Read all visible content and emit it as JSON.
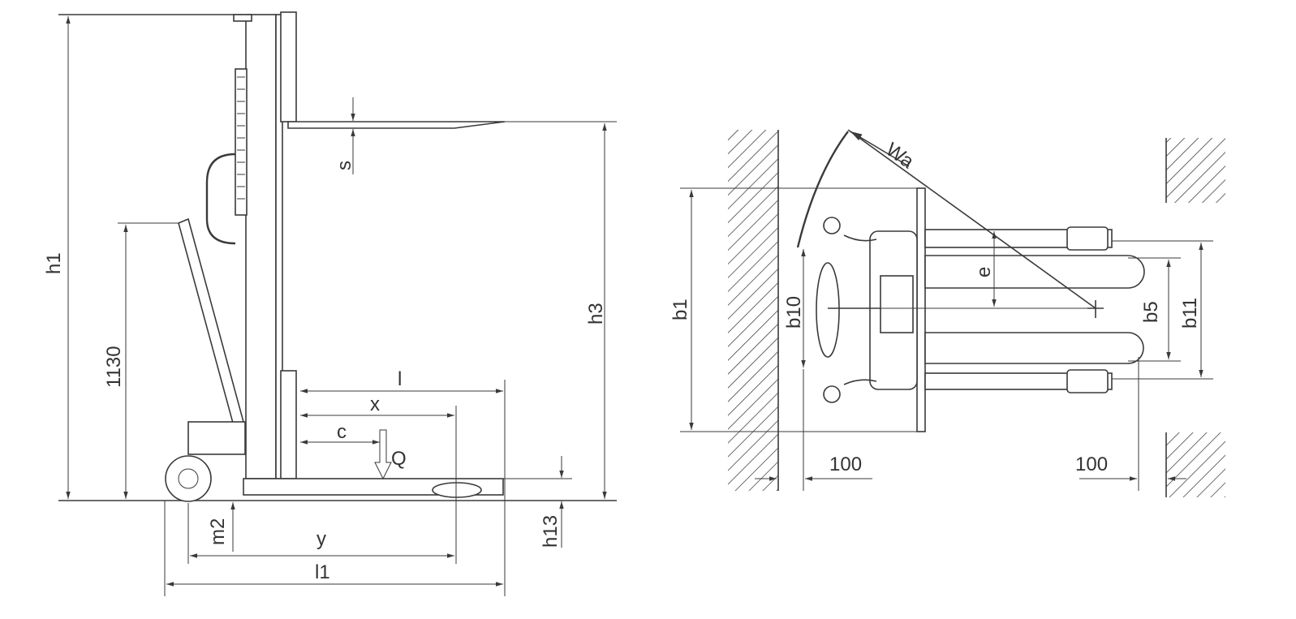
{
  "title": "Manual stacker dimension drawing",
  "side_view": {
    "labels": {
      "h1": "h1",
      "handle_height": "1130",
      "s": "s",
      "h3": "h3",
      "l": "l",
      "x": "x",
      "c": "c",
      "Q": "Q",
      "y": "y",
      "l1": "l1",
      "m2": "m2",
      "h13": "h13"
    }
  },
  "top_view": {
    "labels": {
      "Wa": "Wa",
      "b1": "b1",
      "b10": "b10",
      "e": "e",
      "b5": "b5",
      "b11": "b11",
      "clearance_left": "100",
      "clearance_right": "100"
    }
  },
  "colors": {
    "line": "#3a3a3a",
    "background": "#ffffff"
  }
}
